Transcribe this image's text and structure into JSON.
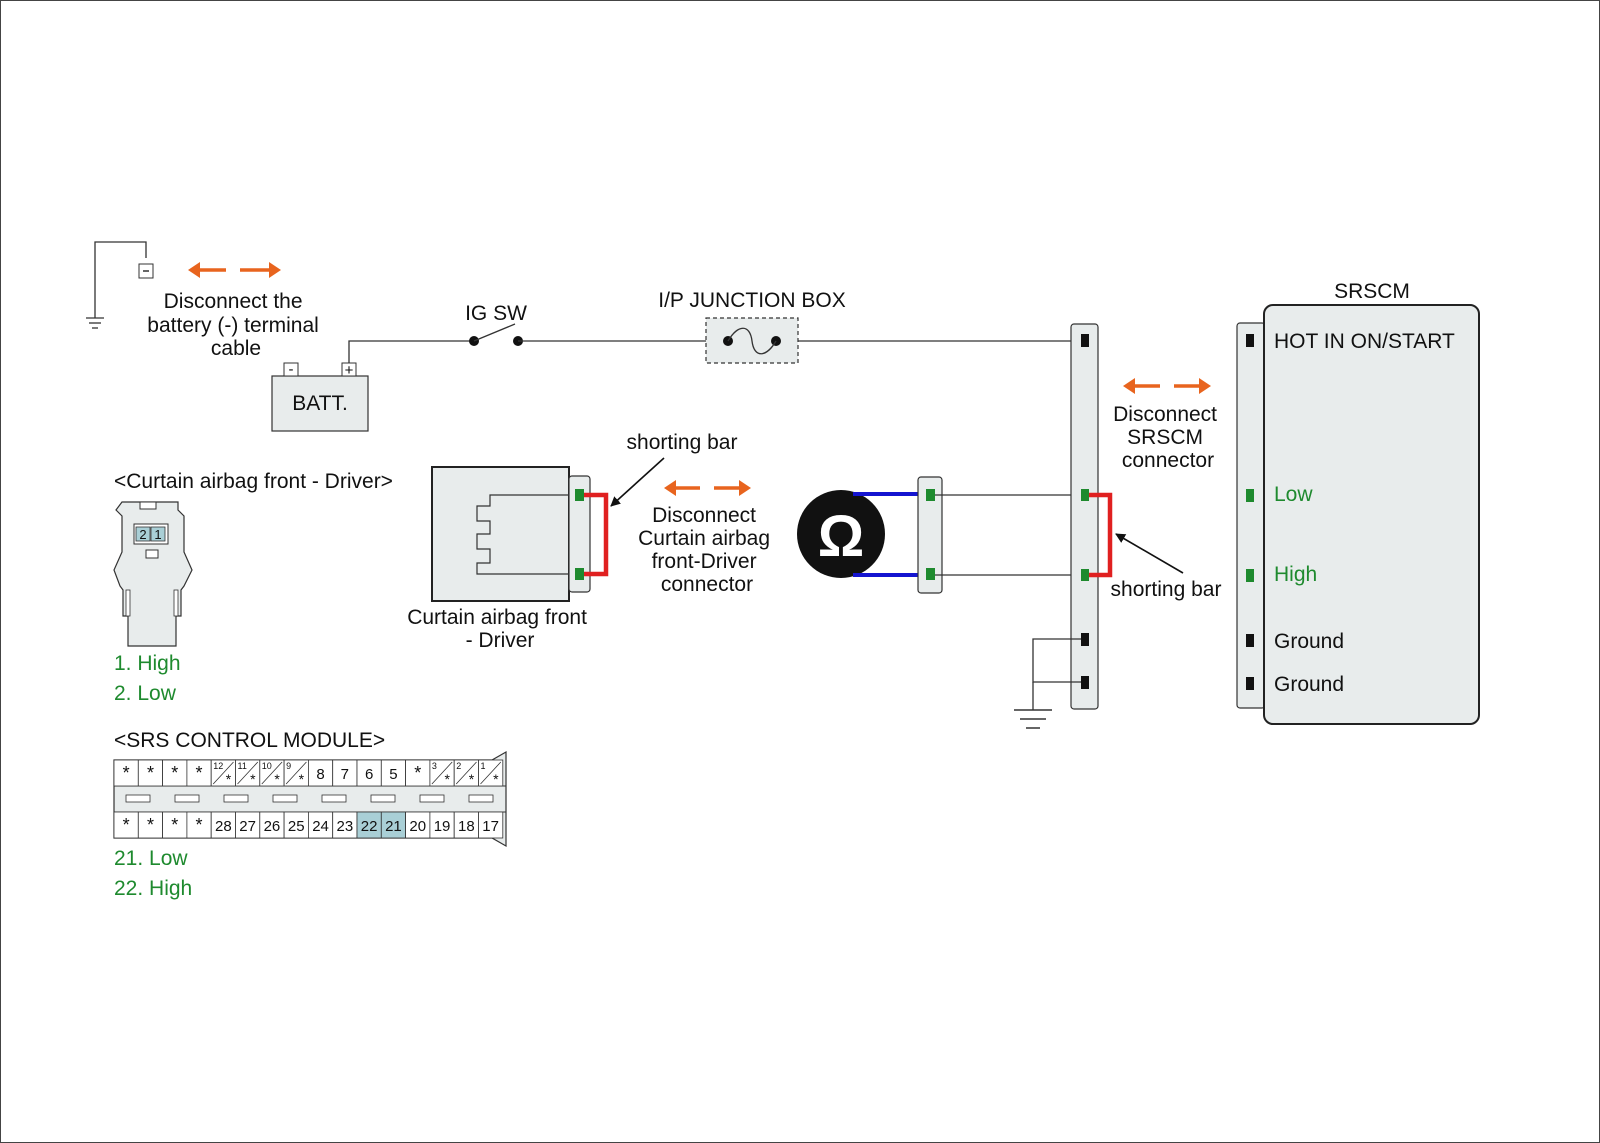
{
  "battery": {
    "disconnect_text": [
      "Disconnect the",
      "battery (-) terminal",
      "cable"
    ],
    "label": "BATT.",
    "neg_symbol": "-",
    "pos_symbol": "+"
  },
  "ig_switch": {
    "label": "IG SW"
  },
  "junction_box": {
    "label": "I/P JUNCTION BOX"
  },
  "curtain": {
    "title": "<Curtain airbag front - Driver>",
    "component_label": [
      "Curtain airbag front",
      "- Driver"
    ],
    "disconnect_text": [
      "Disconnect",
      "Curtain airbag",
      "front-Driver",
      "connector"
    ],
    "pin_labels": [
      "2",
      "1"
    ],
    "pins": [
      "1. High",
      "2. Low"
    ]
  },
  "shorting_bar_label": "shorting bar",
  "ohmmeter_symbol": "Ω",
  "srscm": {
    "title": "SRSCM",
    "disconnect_text": [
      "Disconnect",
      "SRSCM",
      "connector"
    ],
    "terminals": [
      "HOT IN ON/START",
      "Low",
      "High",
      "Ground",
      "Ground"
    ]
  },
  "srs_module": {
    "title": "<SRS CONTROL MODULE>",
    "top_row": [
      "*",
      "*",
      "*",
      "*",
      "12",
      "11",
      "10",
      "9",
      "8",
      "7",
      "6",
      "5",
      "*",
      "3",
      "2",
      "1"
    ],
    "bottom_row": [
      "*",
      "*",
      "*",
      "*",
      "28",
      "27",
      "26",
      "25",
      "24",
      "23",
      "22",
      "21",
      "20",
      "19",
      "18",
      "17"
    ],
    "highlighted": [
      "22",
      "21"
    ],
    "pins": [
      "21. Low",
      "22. High"
    ]
  },
  "colors": {
    "accent_arrow": "#e8641e",
    "shorting_bar": "#e02020",
    "meter_lead": "#1414d0",
    "terminal_green": "#1e8a2e",
    "connector_fill": "#e8ecec",
    "pin_highlight": "#a9cfd6"
  }
}
